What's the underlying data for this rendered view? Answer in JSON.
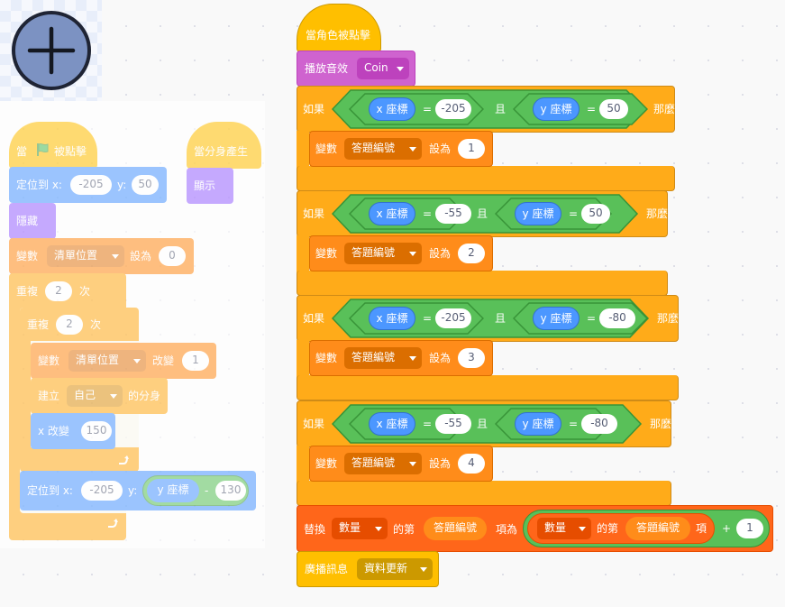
{
  "zoom_button": {
    "icon": "zoom-in-plus-icon"
  },
  "colors": {
    "events": "#ffbf00",
    "motion": "#4c97ff",
    "looks": "#9966ff",
    "sound": "#cf63cf",
    "control": "#ffab19",
    "variables": "#ff8c1a",
    "operators": "#59c059",
    "lists": "#ff661a"
  },
  "left_script": {
    "hat": {
      "prefix": "當",
      "suffix": "被點擊",
      "icon": "green-flag-icon"
    },
    "goto": {
      "label": "定位到 x:",
      "x": "-205",
      "ylabel": "y:",
      "y": "50"
    },
    "hide": "隱藏",
    "setvar": {
      "label": "變數",
      "var": "清單位置",
      "to": "設為",
      "value": "0"
    },
    "repeat1": {
      "label": "重複",
      "times": "2",
      "unit": "次"
    },
    "repeat2": {
      "label": "重複",
      "times": "2",
      "unit": "次"
    },
    "changevar": {
      "label": "變數",
      "var": "清單位置",
      "by": "改變",
      "value": "1"
    },
    "clone": {
      "label": "建立",
      "target": "自己",
      "suffix": "的分身"
    },
    "changex": {
      "label": "x 改變",
      "value": "150"
    },
    "goto2": {
      "label": "定位到 x:",
      "x": "-205",
      "ylabel": "y:",
      "reporter": "y 座標",
      "op": "-",
      "value": "130"
    }
  },
  "clone_script": {
    "hat": "當分身產生",
    "show": "顯示"
  },
  "main_script": {
    "hat": "當角色被點擊",
    "sound": {
      "label": "播放音效",
      "value": "Coin"
    },
    "if_label": "如果",
    "then_label": "那麼",
    "and_label": "且",
    "eq": "=",
    "xpos": "x 座標",
    "ypos": "y 座標",
    "setvar_label": "變數",
    "setvar_var": "答題編號",
    "setvar_to": "設為",
    "conditions": [
      {
        "x": "-205",
        "y": "50",
        "value": "1"
      },
      {
        "x": "-55",
        "y": "50",
        "value": "2"
      },
      {
        "x": "-205",
        "y": "-80",
        "value": "3"
      },
      {
        "x": "-55",
        "y": "-80",
        "value": "4"
      }
    ],
    "replace": {
      "label": "替換",
      "list": "數量",
      "of": "的第",
      "index": "答題編號",
      "item_with": "項為",
      "inner_list": "數量",
      "inner_of": "的第",
      "inner_index": "答題編號",
      "inner_item": "項",
      "plus": "+",
      "addend": "1"
    },
    "broadcast": {
      "label": "廣播訊息",
      "message": "資料更新"
    }
  }
}
